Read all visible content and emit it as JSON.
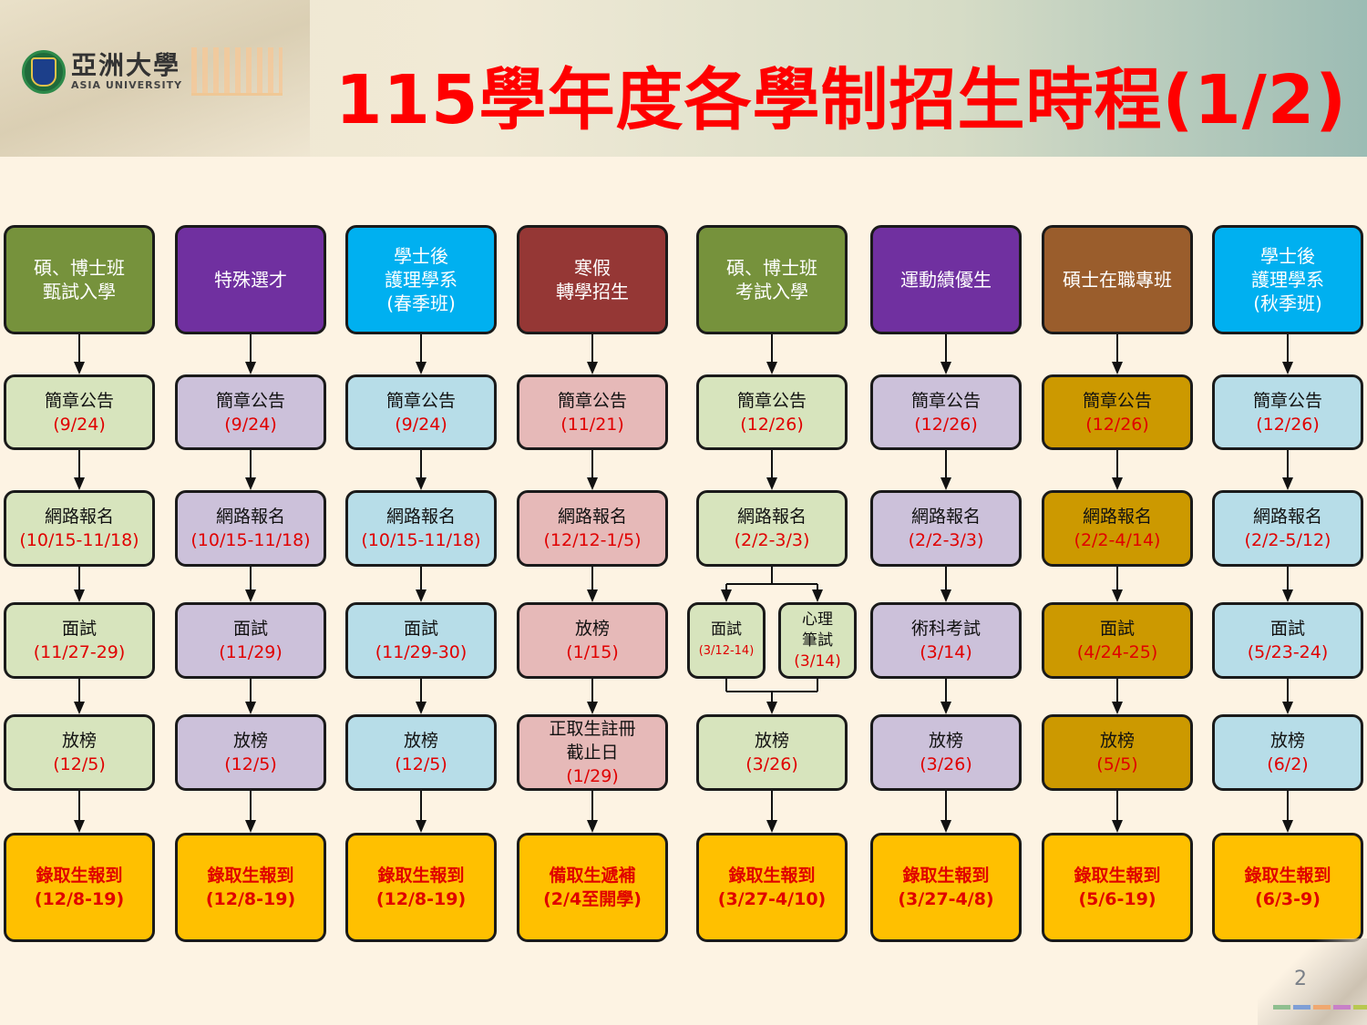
{
  "header": {
    "logo_cn": "亞洲大學",
    "logo_en": "ASIA UNIVERSITY",
    "title": "115學年度各學制招生時程(1/2)"
  },
  "page_number": "2",
  "colors": {
    "title": "#ff0000",
    "date": "#e00000",
    "final": "#ffc000"
  },
  "columns": [
    {
      "title": "碩、博士班\n甄試入學",
      "head_color": "#76923c",
      "body_color": "#d7e4bd",
      "steps": [
        {
          "label": "簡章公告",
          "date": "(9/24)"
        },
        {
          "label": "網路報名",
          "date": "(10/15-11/18)"
        },
        {
          "label": "面試",
          "date": "(11/27-29)"
        },
        {
          "label": "放榜",
          "date": "(12/5)"
        }
      ],
      "final": {
        "label": "錄取生報到",
        "date": "(12/8-19)"
      }
    },
    {
      "title": "特殊選才",
      "head_color": "#7030a0",
      "body_color": "#ccc1da",
      "steps": [
        {
          "label": "簡章公告",
          "date": "(9/24)"
        },
        {
          "label": "網路報名",
          "date": "(10/15-11/18)"
        },
        {
          "label": "面試",
          "date": "(11/29)"
        },
        {
          "label": "放榜",
          "date": "(12/5)"
        }
      ],
      "final": {
        "label": "錄取生報到",
        "date": "(12/8-19)"
      }
    },
    {
      "title": "學士後\n護理學系\n(春季班)",
      "head_color": "#00b0f0",
      "body_color": "#b7dde8",
      "steps": [
        {
          "label": "簡章公告",
          "date": "(9/24)"
        },
        {
          "label": "網路報名",
          "date": "(10/15-11/18)"
        },
        {
          "label": "面試",
          "date": "(11/29-30)"
        },
        {
          "label": "放榜",
          "date": "(12/5)"
        }
      ],
      "final": {
        "label": "錄取生報到",
        "date": "(12/8-19)"
      }
    },
    {
      "title": "寒假\n轉學招生",
      "head_color": "#953735",
      "body_color": "#e6b9b8",
      "steps": [
        {
          "label": "簡章公告",
          "date": "(11/21)"
        },
        {
          "label": "網路報名",
          "date": "(12/12-1/5)"
        },
        {
          "label": "放榜",
          "date": "(1/15)"
        },
        {
          "label": "正取生註冊\n截止日",
          "date": "(1/29)"
        }
      ],
      "final": {
        "label": "備取生遞補",
        "date": "(2/4至開學)"
      }
    },
    {
      "title": "碩、博士班\n考試入學",
      "head_color": "#76923c",
      "body_color": "#d7e4bd",
      "steps": [
        {
          "label": "簡章公告",
          "date": "(12/26)"
        },
        {
          "label": "網路報名",
          "date": "(2/2-3/3)"
        },
        {
          "split": [
            {
              "label": "面試",
              "date": "(3/12-14)"
            },
            {
              "label": "心理\n筆試",
              "date": "(3/14)"
            }
          ]
        },
        {
          "label": "放榜",
          "date": "(3/26)"
        }
      ],
      "final": {
        "label": "錄取生報到",
        "date": "(3/27-4/10)"
      }
    },
    {
      "title": "運動績優生",
      "head_color": "#7030a0",
      "body_color": "#ccc1da",
      "steps": [
        {
          "label": "簡章公告",
          "date": "(12/26)"
        },
        {
          "label": "網路報名",
          "date": "(2/2-3/3)"
        },
        {
          "label": "術科考試",
          "date": "(3/14)"
        },
        {
          "label": "放榜",
          "date": "(3/26)"
        }
      ],
      "final": {
        "label": "錄取生報到",
        "date": "(3/27-4/8)"
      }
    },
    {
      "title": "碩士在職專班",
      "head_color": "#9a5d2c",
      "body_color": "#cc9900",
      "steps": [
        {
          "label": "簡章公告",
          "date": "(12/26)"
        },
        {
          "label": "網路報名",
          "date": "(2/2-4/14)"
        },
        {
          "label": "面試",
          "date": "(4/24-25)"
        },
        {
          "label": "放榜",
          "date": "(5/5)"
        }
      ],
      "final": {
        "label": "錄取生報到",
        "date": "(5/6-19)"
      }
    },
    {
      "title": "學士後\n護理學系\n(秋季班)",
      "head_color": "#00b0f0",
      "body_color": "#b7dde8",
      "steps": [
        {
          "label": "簡章公告",
          "date": "(12/26)"
        },
        {
          "label": "網路報名",
          "date": "(2/2-5/12)"
        },
        {
          "label": "面試",
          "date": "(5/23-24)"
        },
        {
          "label": "放榜",
          "date": "(6/2)"
        }
      ],
      "final": {
        "label": "錄取生報到",
        "date": "(6/3-9)"
      }
    }
  ]
}
